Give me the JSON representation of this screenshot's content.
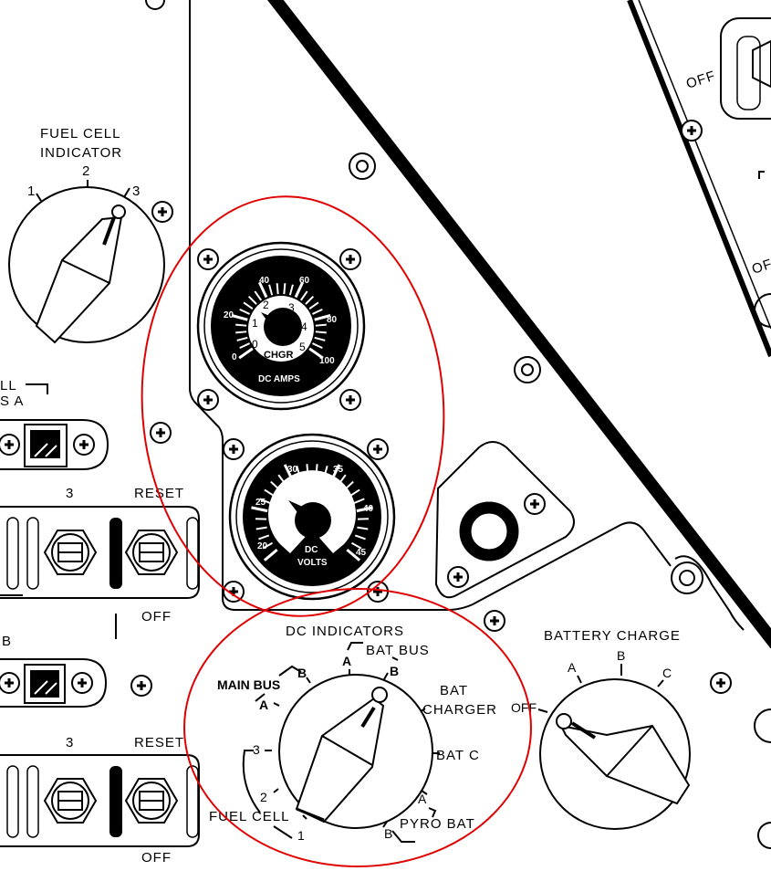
{
  "fuel_cell_indicator": {
    "title_line1": "FUEL CELL",
    "title_line2": "INDICATOR",
    "positions": [
      "1",
      "2",
      "3"
    ]
  },
  "left_module": {
    "partial_label_line1": "LL",
    "partial_label_line2": "S A",
    "row_b_label": "B"
  },
  "breaker_rows": [
    {
      "col_label": "3",
      "reset_label": "RESET",
      "off_label": "OFF"
    },
    {
      "col_label": "3",
      "reset_label": "RESET",
      "off_label": "OFF"
    }
  ],
  "dc_amps_gauge": {
    "title": "DC AMPS",
    "outer_scale": [
      "0",
      "20",
      "40",
      "60",
      "80",
      "100"
    ],
    "inner_scale": [
      "0",
      "1",
      "2",
      "3",
      "4",
      "5"
    ],
    "inner_label": "CHGR"
  },
  "dc_volts_gauge": {
    "title_line1": "DC",
    "title_line2": "VOLTS",
    "scale": [
      "20",
      "25",
      "30",
      "35",
      "40",
      "45"
    ]
  },
  "dc_indicators": {
    "title": "DC INDICATORS",
    "main_bus": "MAIN BUS",
    "main_bus_a": "A",
    "main_bus_b": "B",
    "bat_bus": "BAT BUS",
    "bat_bus_a": "A",
    "bat_bus_b": "B",
    "bat_charger_line1": "BAT",
    "bat_charger_line2": "CHARGER",
    "bat_c": "BAT C",
    "pyro_bat": "PYRO BAT",
    "pyro_a": "A",
    "pyro_b": "B",
    "fuel_cell": "FUEL CELL",
    "fc_1": "1",
    "fc_2": "2",
    "fc_3": "3"
  },
  "battery_charge": {
    "title": "BATTERY CHARGE",
    "positions": [
      "OFF",
      "A",
      "B",
      "C"
    ]
  },
  "top_right_panel": {
    "off_label_1": "OFF",
    "off_label_2": "OF"
  },
  "colors": {
    "ink": "#000000",
    "annotation": "#e00000"
  }
}
